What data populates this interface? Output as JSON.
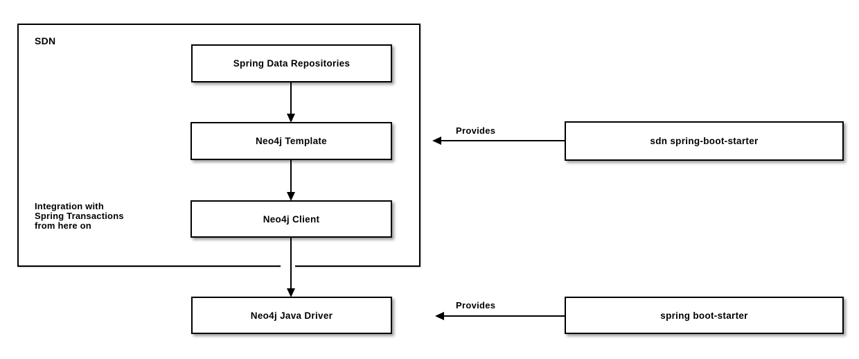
{
  "diagram": {
    "container_label": "SDN",
    "nodes": {
      "spring_data_repositories": {
        "label": "Spring Data Repositories"
      },
      "neo4j_template": {
        "label": "Neo4j Template"
      },
      "neo4j_client": {
        "label": "Neo4j Client"
      },
      "neo4j_java_driver": {
        "label": "Neo4j Java Driver"
      },
      "sdn_spring_boot_starter": {
        "label": "sdn spring-boot-starter"
      },
      "spring_boot_starter": {
        "label": "spring boot-starter"
      }
    },
    "annotation_lines": {
      "line1": "Integration with",
      "line2": "Spring Transactions",
      "line3": "from here on"
    },
    "edges": {
      "provides_template": {
        "label": "Provides"
      },
      "provides_driver": {
        "label": "Provides"
      }
    },
    "colors": {
      "line": "#000000",
      "background": "#ffffff",
      "box_fill": "#ffffff",
      "shadow": "rgba(0,0,0,0.38)"
    }
  }
}
